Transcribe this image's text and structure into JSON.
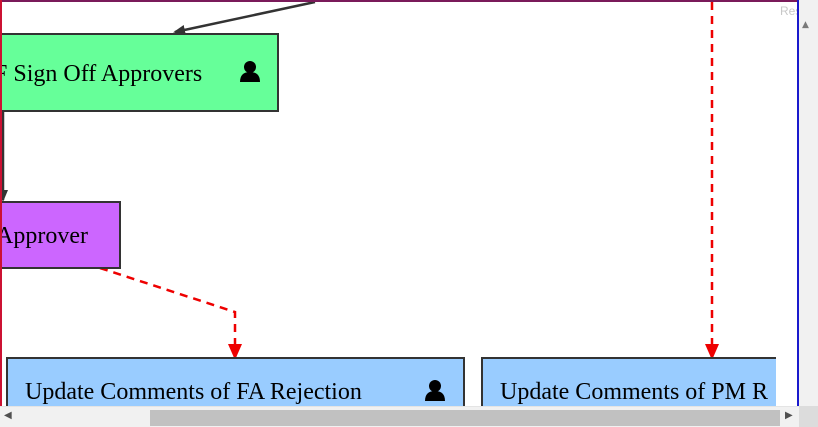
{
  "result_tab": {
    "label": "Result"
  },
  "colors": {
    "green_node": "#66ff99",
    "purple_node": "#cc66ff",
    "blue_node": "#99ccff",
    "solid_edge": "#333333",
    "dashed_edge": "#ee0000"
  },
  "diagram": {
    "nodes": {
      "signoff": {
        "label": "F Sign Off Approvers",
        "icon": "user-icon"
      },
      "approver": {
        "label": "Approver"
      },
      "fa_rejection": {
        "label": "Update Comments of FA Rejection",
        "icon": "user-icon"
      },
      "pm_rejection": {
        "label": "Update Comments of PM R"
      }
    }
  },
  "scrollbars": {
    "left_arrow": "◀",
    "right_arrow": "▶",
    "up_arrow": "▲"
  }
}
